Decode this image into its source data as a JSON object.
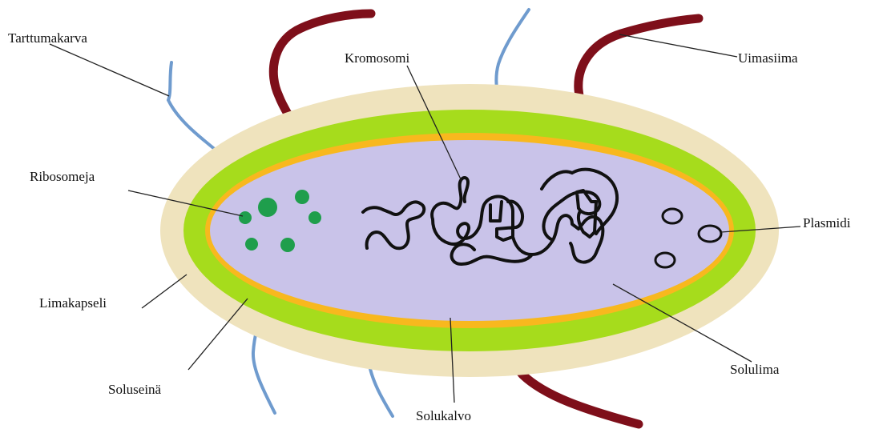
{
  "labels": {
    "tarttumakarva": "Tarttumakarva",
    "kromosomi": "Kromosomi",
    "uimasiima": "Uimasiima",
    "ribosomeja": "Ribosomeja",
    "plasmidi": "Plasmidi",
    "limakapseli": "Limakapseli",
    "soluseina": "Soluseinä",
    "solukalvo": "Solukalvo",
    "solulima": "Solulima"
  },
  "colors": {
    "capsule": "#efe3bd",
    "cell_wall": "#a6dc1c",
    "membrane": "#f8b81e",
    "cytoplasm": "#c9c3e9",
    "flagellum": "#7e0f1a",
    "pilus": "#6f9bce",
    "ribosome": "#1f9e4c",
    "chromosome": "#111111",
    "plasmid": "#111111",
    "leader_line": "#222222"
  }
}
